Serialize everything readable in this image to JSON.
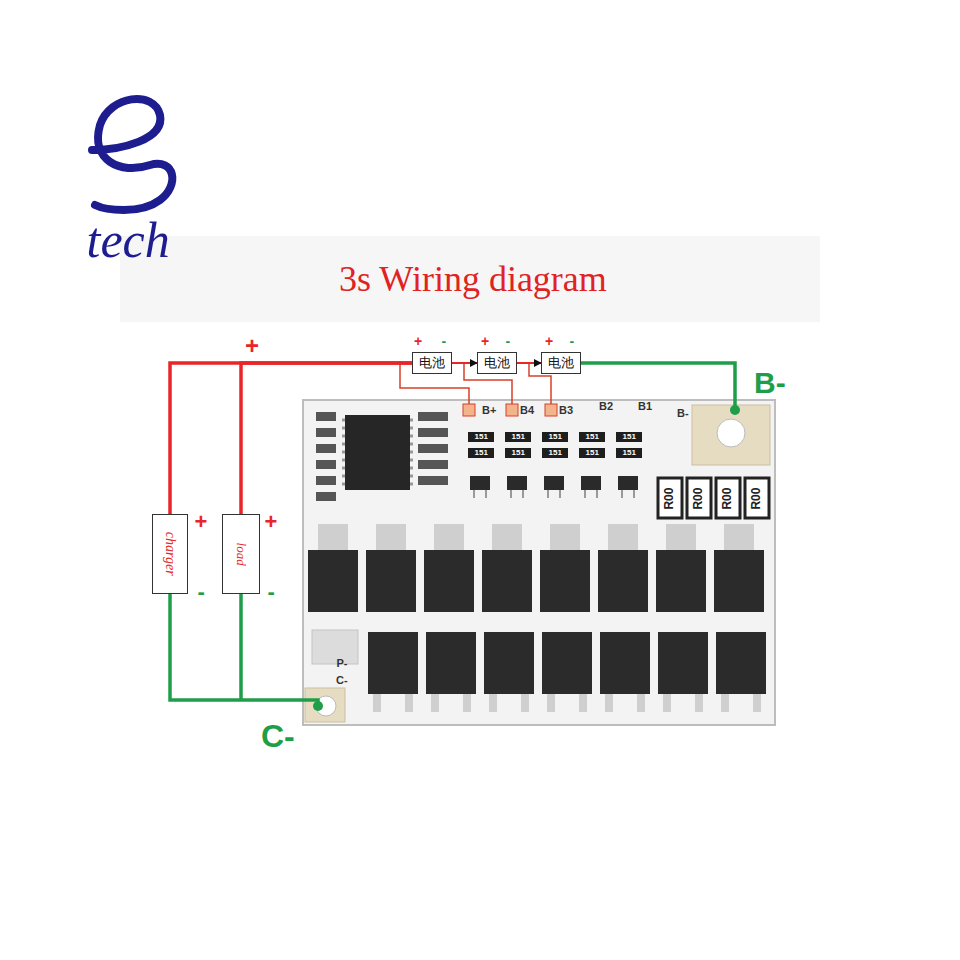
{
  "diagram": {
    "title": "3s Wiring diagram",
    "nodes": [
      {
        "text": [
          "电池"
        ]
      },
      {
        "text": [
          "电池"
        ]
      },
      {
        "text": [
          "电池"
        ]
      },
      {
        "text": [
          "charger"
        ]
      },
      {
        "text": [
          "load"
        ]
      }
    ],
    "edges": [
      {
        "from": 0,
        "to": 1,
        "arrow": "to"
      },
      {
        "from": 1,
        "to": 2,
        "arrow": "to"
      },
      {
        "from": 3,
        "to": 0,
        "arrow": "none"
      },
      {
        "from": 4,
        "to": 0,
        "arrow": "none"
      }
    ],
    "labels": [
      "tech",
      "+",
      "+",
      "-",
      "+",
      "-",
      "+",
      "-",
      "B-",
      "+",
      "-",
      "+",
      "-",
      "C-",
      "B+",
      "B4",
      "B3",
      "B2",
      "B1",
      "B-",
      "P-",
      "C-",
      "151",
      "151",
      "151",
      "151",
      "151",
      "151",
      "151",
      "151",
      "151",
      "151",
      "R00",
      "R00",
      "R00",
      "R00"
    ]
  }
}
